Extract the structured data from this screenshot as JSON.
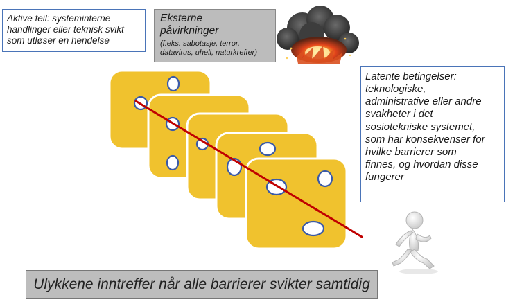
{
  "active_errors": {
    "text_lines": [
      "Aktive feil:  systeminterne",
      "handlinger eller teknisk svikt",
      "som utløser en hendelse"
    ]
  },
  "external_influences": {
    "title_lines": [
      "Eksterne",
      "påvirkninger"
    ],
    "examples_lines": [
      "(f.eks. sabotasje, terror,",
      "datavirus, uhell, naturkrefter)"
    ]
  },
  "latent_conditions": {
    "text_lines": [
      "Latente betingelser:",
      "teknologiske,",
      "administrative eller andre",
      "svakheter i det",
      "sosiotekniske systemet,",
      "som har konsekvenser for",
      "hvilke barrierer som",
      "finnes, og hvordan disse",
      "fungerer"
    ]
  },
  "caption": "Ulykkene inntreffer når alle barrierer svikter samtidig",
  "colors": {
    "slice_fill": "#f0c22e",
    "slice_stroke": "#ffffff",
    "hole_stroke": "#3a5aa8",
    "trajectory": "#c00000",
    "box_border": "#4a74b8"
  },
  "icons": [
    "explosion-icon",
    "running-figure-icon"
  ]
}
